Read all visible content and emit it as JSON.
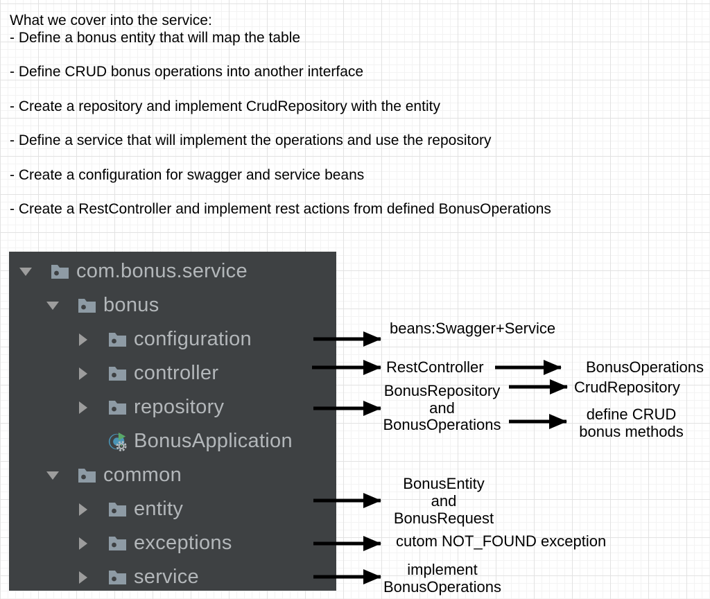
{
  "notes": {
    "title": "What we cover into the service:",
    "bullets": [
      "- Define a bonus entity that will map the table",
      "- Define CRUD bonus operations into another interface",
      "- Create a repository and implement CrudRepository with the entity",
      "- Define a service that will implement the operations and use the repository",
      "- Create a configuration for swagger and service beans",
      "- Create a RestController and implement rest actions from defined BonusOperations"
    ]
  },
  "tree": {
    "rows": [
      {
        "label": "com.bonus.service",
        "level": 0,
        "state": "expanded",
        "icon": "folder-icon"
      },
      {
        "label": "bonus",
        "level": 1,
        "state": "expanded",
        "icon": "folder-icon"
      },
      {
        "label": "configuration",
        "level": 2,
        "state": "collapsed",
        "icon": "folder-icon"
      },
      {
        "label": "controller",
        "level": 2,
        "state": "collapsed",
        "icon": "folder-icon"
      },
      {
        "label": "repository",
        "level": 2,
        "state": "collapsed",
        "icon": "folder-icon"
      },
      {
        "label": "BonusApplication",
        "level": 2,
        "state": "none",
        "icon": "spring-boot-run-icon"
      },
      {
        "label": "common",
        "level": 1,
        "state": "expanded",
        "icon": "folder-icon"
      },
      {
        "label": "entity",
        "level": 2,
        "state": "collapsed",
        "icon": "folder-icon"
      },
      {
        "label": "exceptions",
        "level": 2,
        "state": "collapsed",
        "icon": "folder-icon"
      },
      {
        "label": "service",
        "level": 2,
        "state": "collapsed",
        "icon": "folder-icon"
      }
    ]
  },
  "annotations": {
    "configuration": "beans:Swagger+Service",
    "controller": "RestController",
    "controller_target": "BonusOperations",
    "crud_target": "CrudRepository",
    "repository": {
      "line1": "BonusRepository",
      "line2": "and",
      "line3": "BonusOperations"
    },
    "define": {
      "line1": "define CRUD",
      "line2": "bonus methods"
    },
    "entity": {
      "line1": "BonusEntity",
      "line2": "and",
      "line3": "BonusRequest"
    },
    "exceptions": "cutom NOT_FOUND exception",
    "service": {
      "line1": "implement",
      "line2": "BonusOperations"
    }
  },
  "icons": [
    "folder-icon",
    "chevron-down-icon",
    "chevron-right-icon",
    "spring-boot-run-icon",
    "connector-arrow"
  ],
  "colors": {
    "panel_bg": "#3e4143",
    "tree_text": "#b3b7ba",
    "folder": "#8e9ba5",
    "chevron": "#9d9d9d",
    "arrow": "#000000",
    "annotation_text": "#000000",
    "spring_blue": "#4a94b6",
    "spring_green": "#59a869",
    "gear_gray": "#b7bdc0",
    "grid_major": "#e2e2e2",
    "grid_minor": "#f3f3f3"
  }
}
